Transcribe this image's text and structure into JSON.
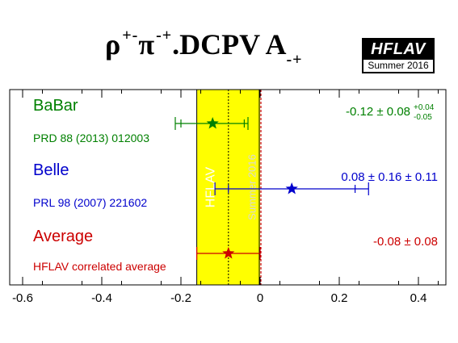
{
  "title": {
    "base": "ρ",
    "sup1": "+-",
    "mid": "π",
    "sup2": "-+",
    "tail": ".DCPV A",
    "sub": "-+"
  },
  "logo": {
    "name": "HFLAV",
    "edition": "Summer 2016"
  },
  "chart_data": {
    "type": "forest",
    "title": "ρ+-π-+.DCPV A-+",
    "xlim": [
      -0.62,
      0.46
    ],
    "x_ticks": [
      -0.6,
      -0.4,
      -0.2,
      0,
      0.2,
      0.4
    ],
    "x_tick_labels": [
      "-0.6",
      "-0.4",
      "-0.2",
      "0",
      "0.2",
      "0.4"
    ],
    "grid": false,
    "average_band": {
      "low": -0.16,
      "high": 0.0,
      "center": -0.08,
      "label": "HFLAV",
      "edition": "Summer 2016",
      "color": "#ffff00"
    },
    "zero_line": 0,
    "entries": [
      {
        "name": "BaBar",
        "reference": "PRD 88 (2013) 012003",
        "value": -0.12,
        "stat_low": 0.08,
        "stat_high": 0.08,
        "total_low": 0.0943,
        "total_high": 0.0894,
        "result_text": "-0.12 ± 0.08",
        "syst_up": "+0.04",
        "syst_down": "-0.05",
        "color": "#008000"
      },
      {
        "name": "Belle",
        "reference": "PRL 98 (2007) 221602",
        "value": 0.08,
        "stat_low": 0.16,
        "stat_high": 0.16,
        "total_low": 0.194,
        "total_high": 0.194,
        "result_text": "0.08 ± 0.16 ± 0.11",
        "syst_up": "",
        "syst_down": "",
        "color": "#0000cc"
      },
      {
        "name": "Average",
        "reference": "HFLAV correlated average",
        "value": -0.08,
        "stat_low": 0.08,
        "stat_high": 0.08,
        "total_low": 0.08,
        "total_high": 0.08,
        "result_text": "-0.08 ± 0.08",
        "syst_up": "",
        "syst_down": "",
        "color": "#cc0000"
      }
    ]
  }
}
